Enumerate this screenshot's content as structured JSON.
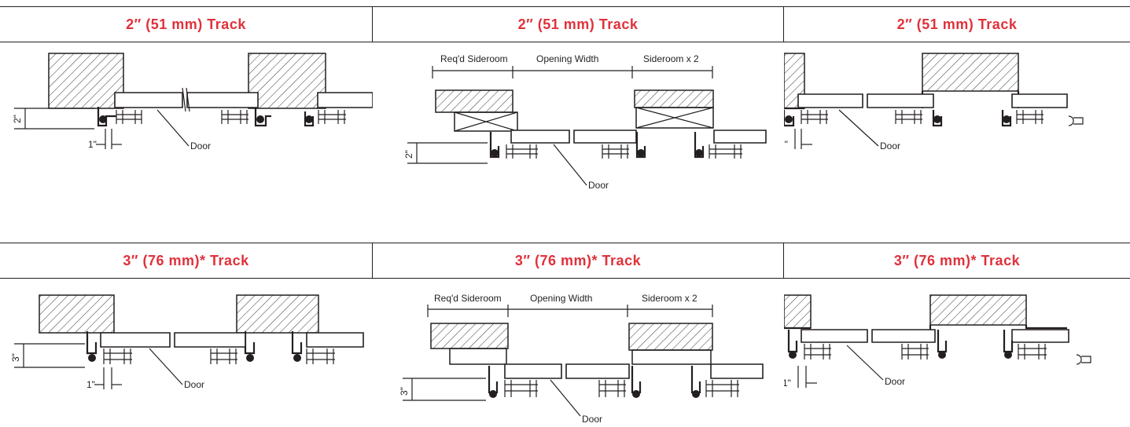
{
  "rows": [
    {
      "headers": [
        "2″ (51 mm) Track",
        "2″ (51 mm) Track",
        "2″ (51 mm) Track"
      ],
      "track_dim": "2\"",
      "gap_dim": "1\"",
      "door_label": "Door",
      "sideroom_label": "Req'd Sideroom",
      "opening_label": "Opening Width",
      "sideroom2_label": "Sideroom x 2"
    },
    {
      "headers": [
        "3″ (76 mm)* Track",
        "3″ (76 mm)* Track",
        "3″ (76 mm)* Track"
      ],
      "track_dim": "3\"",
      "gap_dim": "1\"",
      "door_label": "Door",
      "sideroom_label": "Req'd Sideroom",
      "opening_label": "Opening Width",
      "sideroom2_label": "Sideroom x 2"
    }
  ],
  "colors": {
    "header_text": "#e0313b",
    "line": "#231f20"
  }
}
